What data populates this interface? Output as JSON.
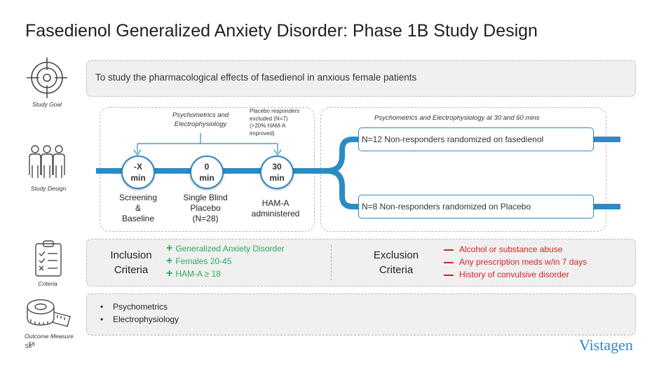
{
  "title": "Fasedienol Generalized Anxiety Disorder: Phase 1B Study Design",
  "rows": {
    "goal": {
      "label": "Study Goal",
      "text": "To study the pharmacological effects of fasedienol in anxious female patients"
    },
    "design": {
      "label": "Study Design"
    },
    "criteria": {
      "label": "Criteria"
    },
    "outcome": {
      "label": "Outcome Measure"
    }
  },
  "design": {
    "psych_note_line1": "Psychometrics and",
    "psych_note_line2": "Electrophysiology",
    "placebo_note": [
      "Placebo responders",
      "excluded (N=7)",
      "(>20% HAM-A",
      "improved)"
    ],
    "right_note": "Psychometrics and Electrophysiology at 30 and 60 mins",
    "timepoints": [
      {
        "top": "-X",
        "bottom": "min",
        "label": [
          "Screening",
          "&",
          "Baseline"
        ]
      },
      {
        "top": "0",
        "bottom": "min",
        "label": [
          "Single Blind",
          "Placebo",
          "(N=28)"
        ]
      },
      {
        "top": "30",
        "bottom": "min",
        "label": [
          "HAM-A",
          "administered"
        ]
      }
    ],
    "arms": [
      "N=12 Non-responders randomized on fasedienol",
      "N=8 Non-responders randomized on Placebo"
    ]
  },
  "criteria": {
    "inclusion_title": [
      "Inclusion",
      "Criteria"
    ],
    "inclusion": [
      "Generalized Anxiety Disorder",
      "Females 20-45",
      "HAM-A ≥ 18"
    ],
    "exclusion_title": [
      "Exclusion",
      "Criteria"
    ],
    "exclusion": [
      "Alcohol or substance abuse",
      "Any prescription meds w/in 7 days",
      "History of convulsive disorder"
    ]
  },
  "outcomes": [
    "Psychometrics",
    "Electrophysiology"
  ],
  "logo": "Vistagen",
  "page_numbers": [
    "56",
    "56"
  ],
  "colors": {
    "accent": "#2b8cc4",
    "inclusion": "#2bab5a",
    "exclusion": "#d0232a"
  },
  "icons": [
    "target-icon",
    "people-icon",
    "checklist-icon",
    "tape-measure-icon"
  ]
}
